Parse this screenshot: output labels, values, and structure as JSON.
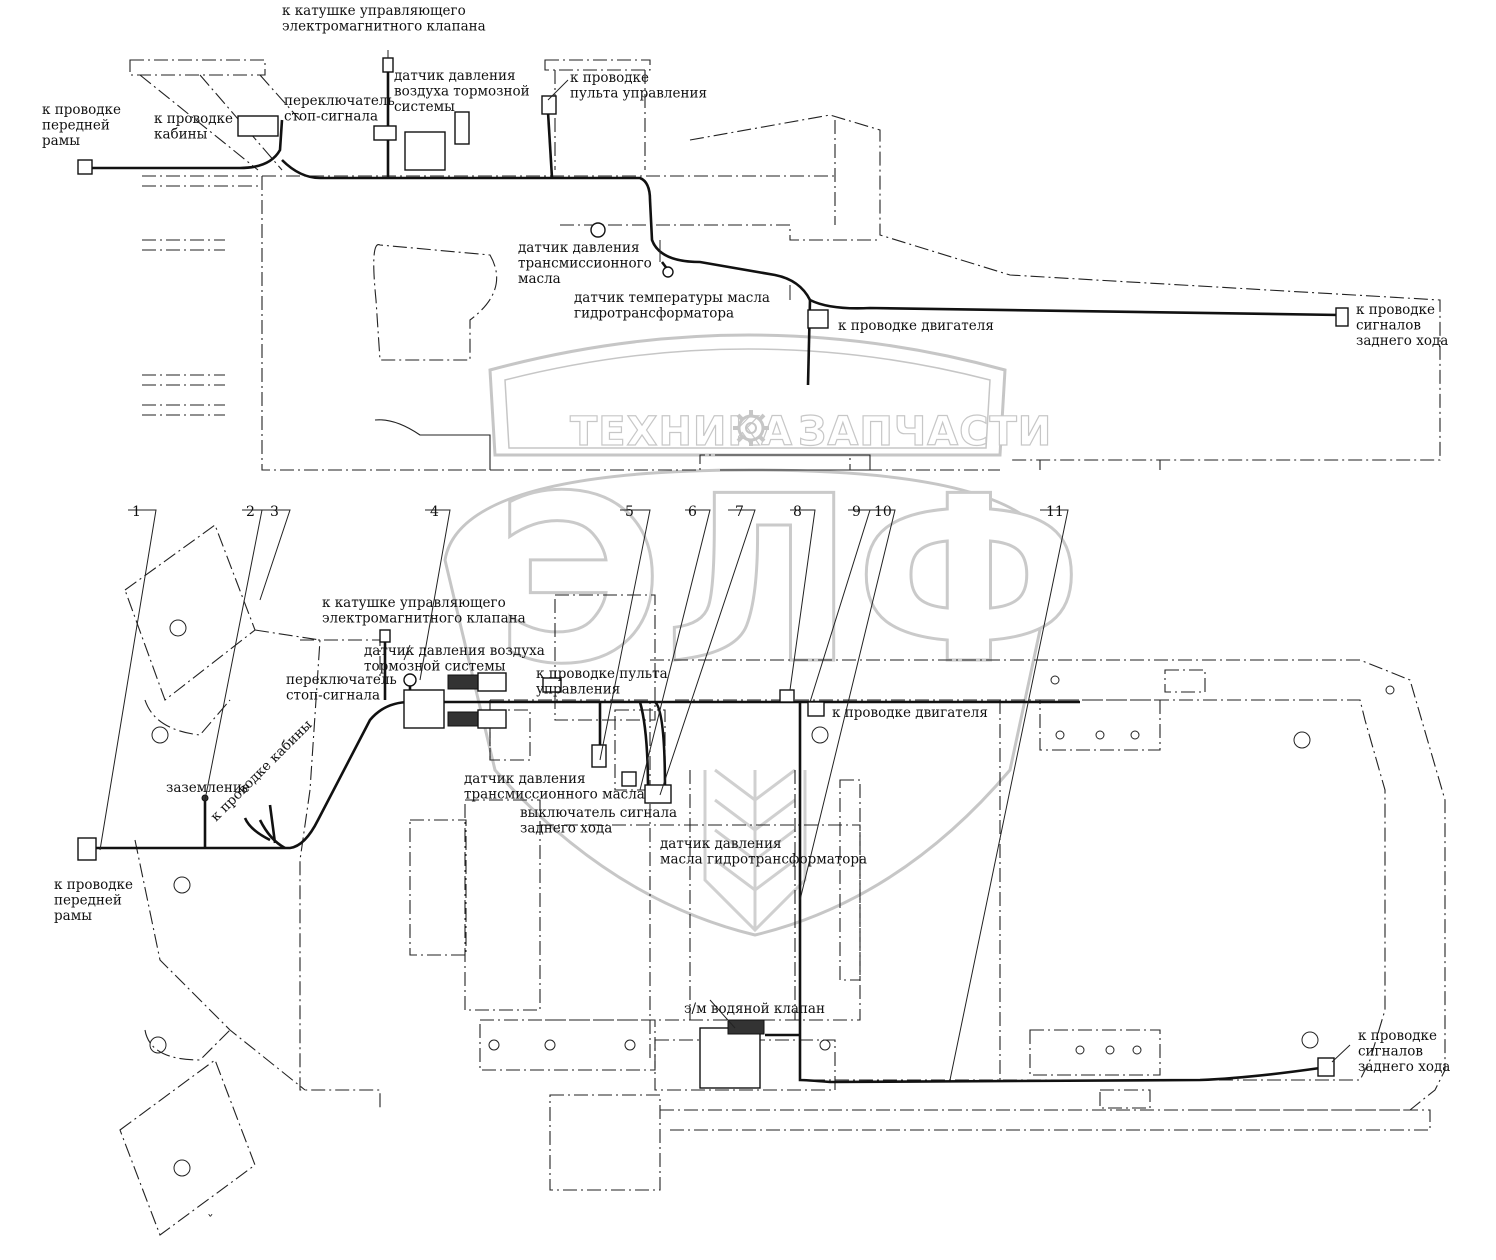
{
  "top_view": {
    "labels": {
      "coil": "к катушке управляющего\nэлектромагнитного клапана",
      "front_frame": "к проводке\nпередней\nрамы",
      "cabin": "к проводке\nкабины",
      "brake_switch": "переключатель\nстоп-сигнала",
      "brake_air_sensor": "датчик давления\nвоздуха тормозной\nсистемы",
      "console": "к проводке\nпульта управления",
      "trans_oil_sensor": "датчик давления\nтрансмиссионного\nмасла",
      "converter_temp_sensor": "датчик температуры масла\nгидротрансформатора",
      "engine": "к проводке двигателя",
      "reverse_signal": "к проводке\nсигналов\nзаднего хода"
    }
  },
  "bottom_view": {
    "callouts": [
      "1",
      "2",
      "3",
      "4",
      "5",
      "6",
      "7",
      "8",
      "9",
      "10",
      "11"
    ],
    "labels": {
      "coil": "к катушке управляющего\nэлектромагнитного клапана",
      "brake_air_sensor": "датчик давления воздуха\nтормозной системы",
      "brake_switch": "переключатель\nстоп-сигнала",
      "console": "к проводке пульта\nуправления",
      "engine": "к проводке двигателя",
      "ground": "заземление",
      "cabin": "к проводке кабины",
      "trans_oil_sensor": "датчик давления\nтрансмиссионного масла",
      "reverse_switch": "выключатель сигнала\nзаднего хода",
      "converter_oil_sensor": "датчик давления\nмасла гидротрансформатора",
      "water_valve": "э/м водяной клапан",
      "front_frame": "к проводке\nпередней\nрамы",
      "reverse_signal": "к проводке\nсигналов\nзаднего хода"
    }
  },
  "watermark": {
    "left_word": "ТЕХНИКА",
    "right_word": "ЗАПЧАСТИ",
    "logo": "ЭЛФ"
  }
}
